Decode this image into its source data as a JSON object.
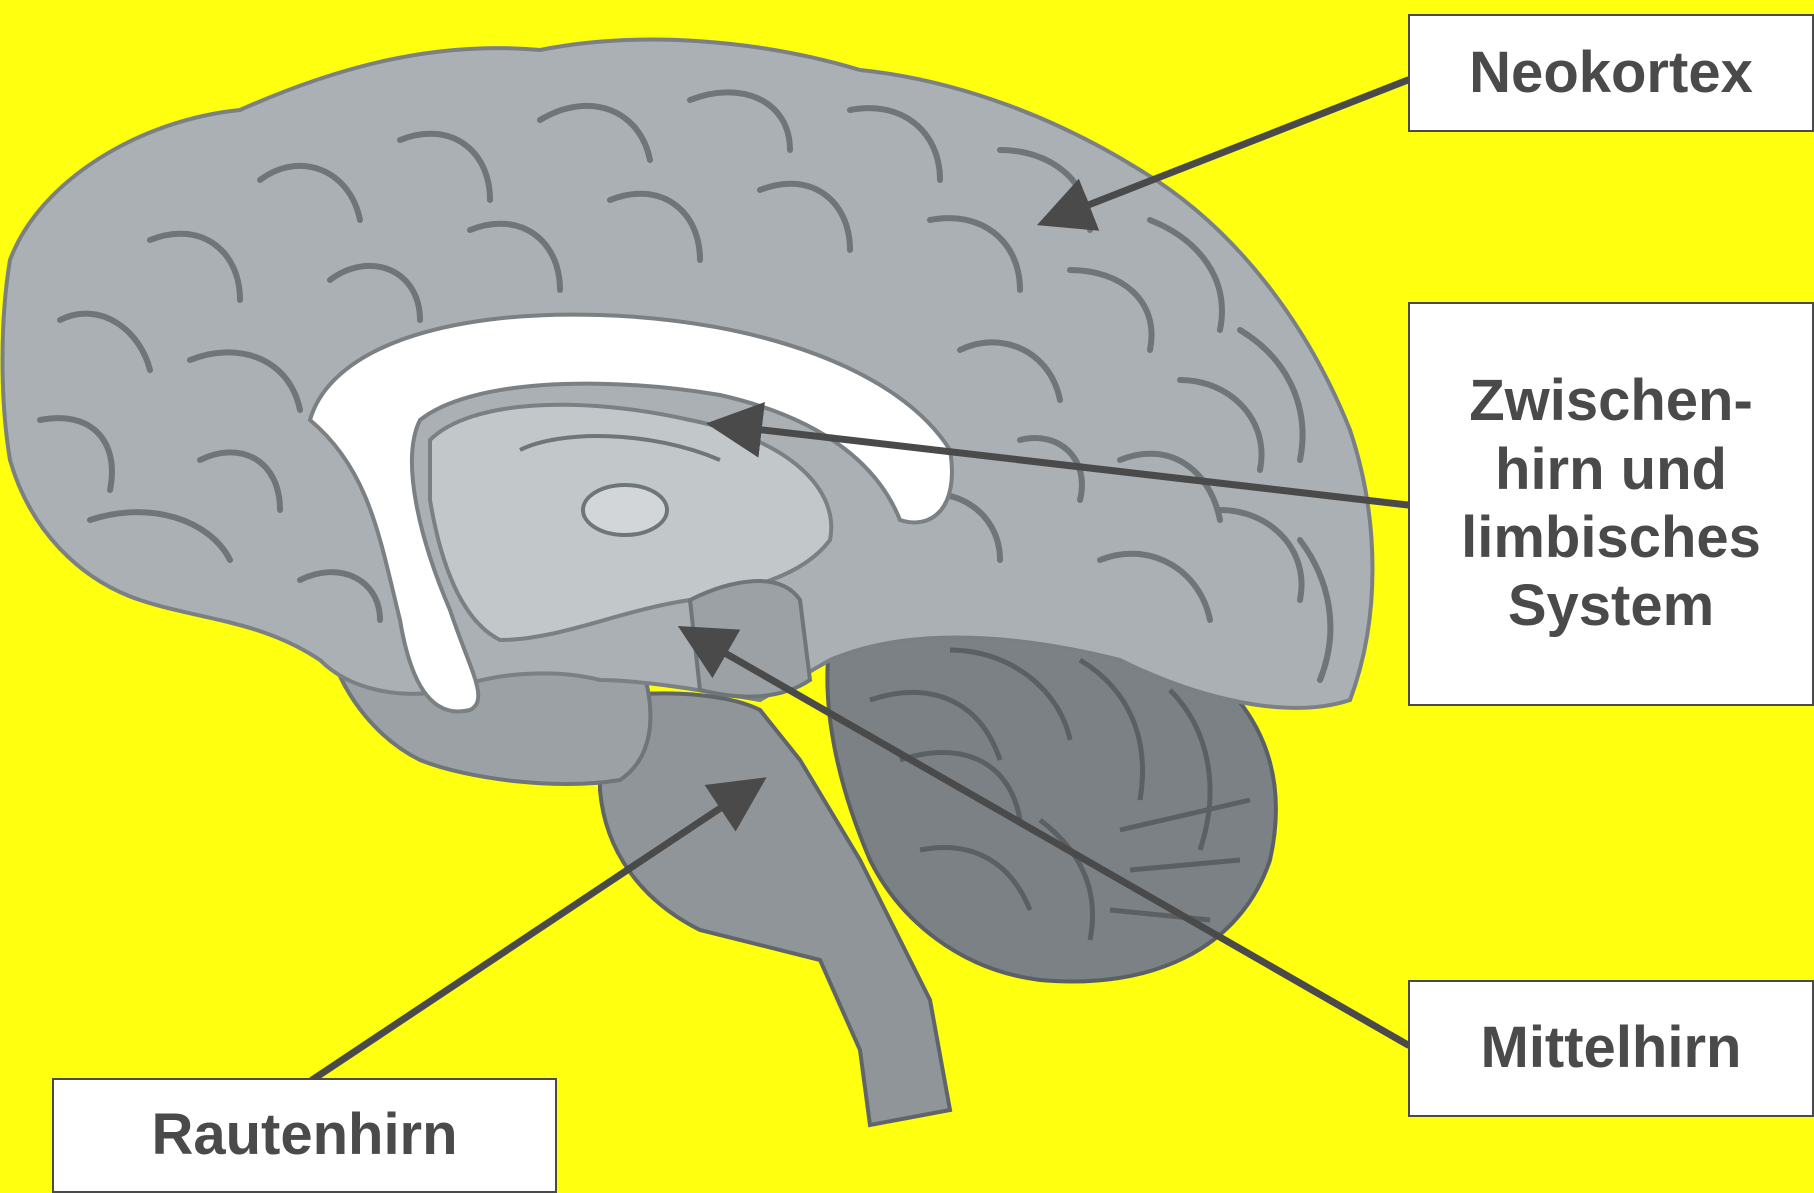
{
  "labels": {
    "neokortex": "Neokortex",
    "zwischenhirn": [
      "Zwischen-",
      "hirn und",
      "limbisches",
      "System"
    ],
    "mittelhirn": "Mittelhirn",
    "rautenhirn": "Rautenhirn"
  },
  "colors": {
    "background": "#ffff10",
    "cortex": "#aab0b3",
    "sulcus": "#6f7679",
    "corpus_callosum": "#ffffff",
    "diencephalon": "#c2c7ca",
    "brainstem": "#8f9598",
    "cerebellum": "#7b8184",
    "arrow": "#4a4a4a",
    "text": "#4a4a4a"
  }
}
